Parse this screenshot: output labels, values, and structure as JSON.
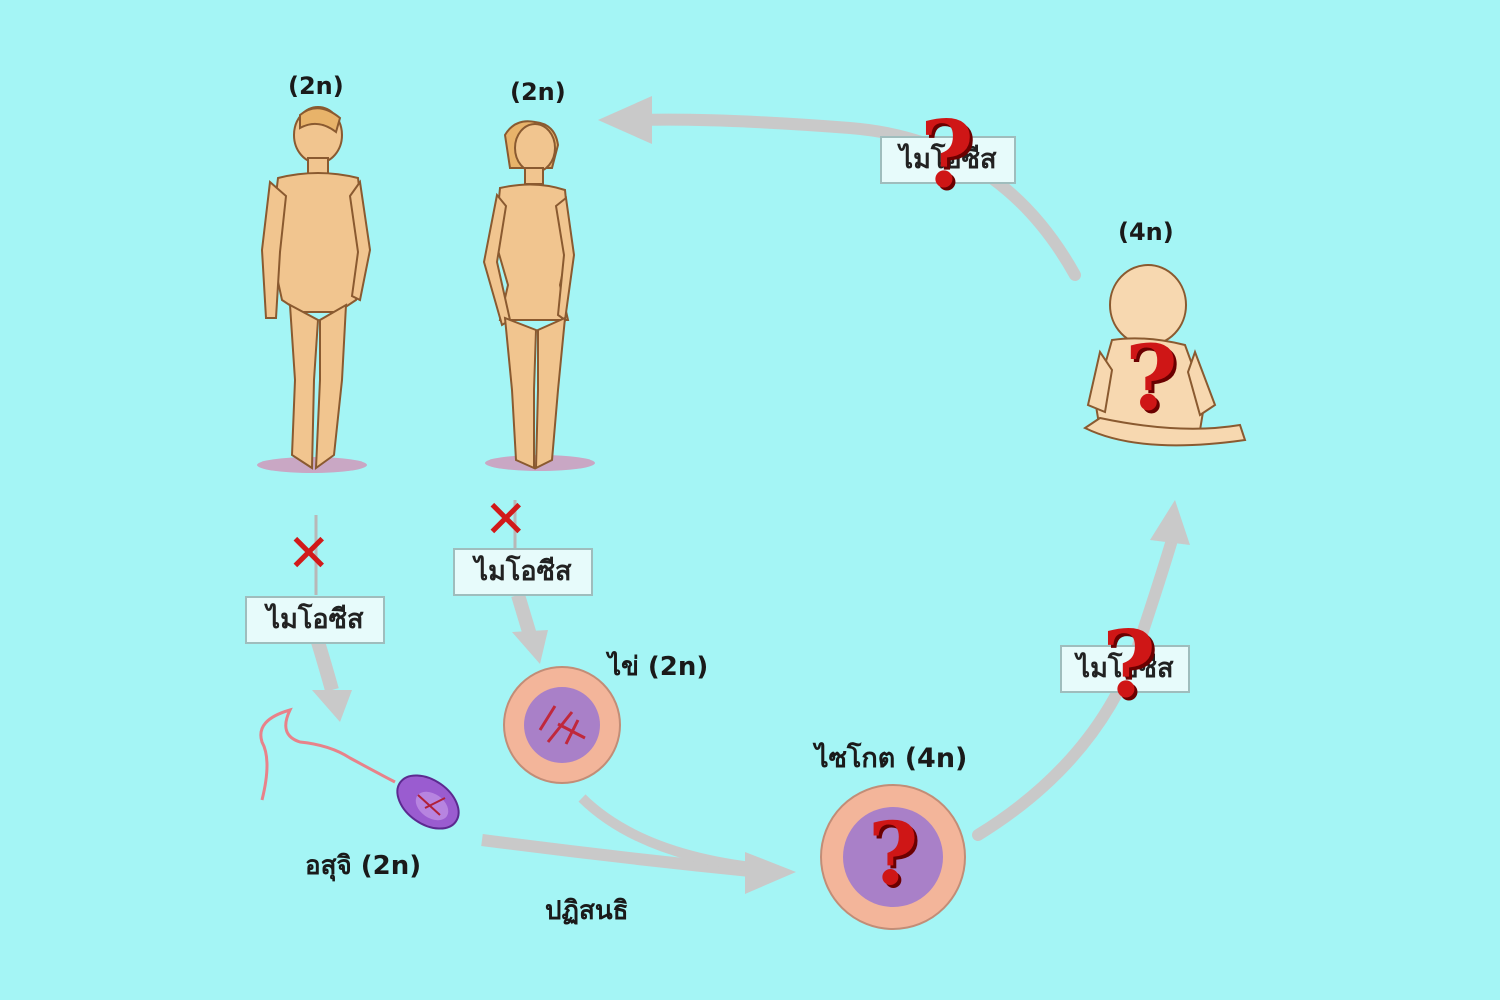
{
  "diagram": {
    "male_ploidy": "(2n)",
    "female_ploidy": "(2n)",
    "baby_ploidy": "(4n)",
    "meiosis_male": "ไมโอซีส",
    "meiosis_female": "ไมโอซีส",
    "meiosis_top": "ไมโอซีส",
    "meiosis_right": "ไมโอซีส",
    "egg_label": "ไข่ (2n)",
    "sperm_label": "อสุจิ (2n)",
    "zygote_label": "ไซโกต (4n)",
    "fertilization_label": "ปฏิสนธิ",
    "question_mark": "?",
    "x_mark": "✕"
  },
  "colors": {
    "background": "#a4f5f5",
    "skin": "#f1c58f",
    "arrow": "#c9c9c9",
    "cell_outer": "#f3b59a",
    "cell_inner": "#a980c8",
    "question": "#cf1616"
  }
}
